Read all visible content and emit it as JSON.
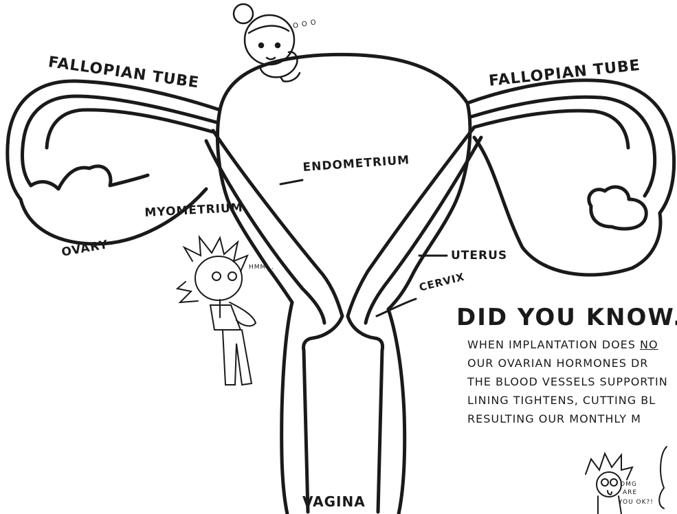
{
  "labels": {
    "fallopian_left": "FALLOPIAN TUBE",
    "fallopian_right": "FALLOPIAN TUBE",
    "endometrium": "ENDOMETRIUM",
    "myometrium": "MYOMETRIUM",
    "ovary": "OVARY",
    "uterus": "UTERUS",
    "cervix": "CERVIX",
    "vagina": "VAGINA"
  },
  "fact": {
    "title": "DID YOU KNOW...",
    "lines": [
      {
        "pre": "WHEN IMPLANTATION DOES ",
        "emph": "NO"
      },
      {
        "pre": "OUR OVARIAN HORMONES DR",
        "emph": ""
      },
      {
        "pre": "THE BLOOD VESSELS SUPPORTIN",
        "emph": ""
      },
      {
        "pre": "LINING TIGHTENS, CUTTING BL",
        "emph": ""
      },
      {
        "pre": "RESULTING OUR MONTHLY M",
        "emph": ""
      }
    ]
  },
  "characters": {
    "top_thought": "o o o",
    "left_speech": "HMM...",
    "bottom_speech": [
      "OMG",
      "ARE",
      "YOU OK?!"
    ]
  }
}
